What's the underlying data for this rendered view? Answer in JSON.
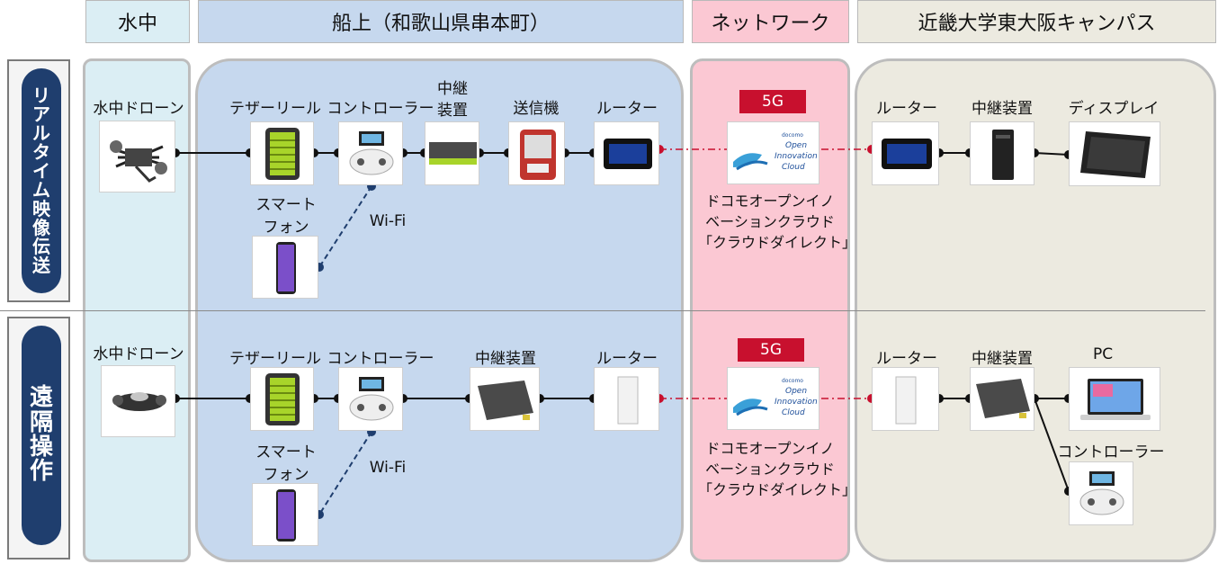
{
  "headers": {
    "underwater": "水中",
    "ship": "船上（和歌山県串本町）",
    "network": "ネットワーク",
    "campus": "近畿大学東大阪キャンパス"
  },
  "rows": {
    "realtime": [
      "リ",
      "ア",
      "ル",
      "タ",
      "イ",
      "ム",
      "映",
      "像",
      "伝",
      "送"
    ],
    "remote": [
      "遠",
      "隔",
      "操",
      "作"
    ]
  },
  "top": {
    "drone": "水中ドローン",
    "tether": "テザーリール",
    "controller": "コントローラー",
    "relay_a": "中継",
    "relay_b": "装置",
    "transmitter": "送信機",
    "router": "ルーター",
    "smartphone_a": "スマート",
    "smartphone_b": "フォン",
    "wifi": "Wi-Fi",
    "badge": "5G",
    "cloud_1": "ドコモオープンイノ",
    "cloud_2": "ベーションクラウド",
    "cloud_3": "「クラウドダイレクト」",
    "campus_router": "ルーター",
    "campus_relay": "中継装置",
    "display": "ディスプレイ"
  },
  "bottom": {
    "drone": "水中ドローン",
    "tether": "テザーリール",
    "controller": "コントローラー",
    "relay": "中継装置",
    "router": "ルーター",
    "smartphone_a": "スマート",
    "smartphone_b": "フォン",
    "wifi": "Wi-Fi",
    "badge": "5G",
    "cloud_1": "ドコモオープンイノ",
    "cloud_2": "ベーションクラウド",
    "cloud_3": "「クラウドダイレクト」",
    "campus_router": "ルーター",
    "campus_relay": "中継装置",
    "pc": "PC",
    "campus_controller": "コントローラー"
  },
  "logo": {
    "brand": "docomo",
    "line1": "Open",
    "line2": "Innovation",
    "line3": "Cloud"
  },
  "colors": {
    "underwater_bg": "#dbeef4",
    "ship_bg": "#c6d8ee",
    "network_bg": "#fbc8d3",
    "campus_bg": "#eceae0",
    "pill": "#1f3e6e",
    "badge": "#c8102e",
    "link": "#111111",
    "net_link": "#c8102e",
    "wifi_link": "#1f3e6e"
  }
}
